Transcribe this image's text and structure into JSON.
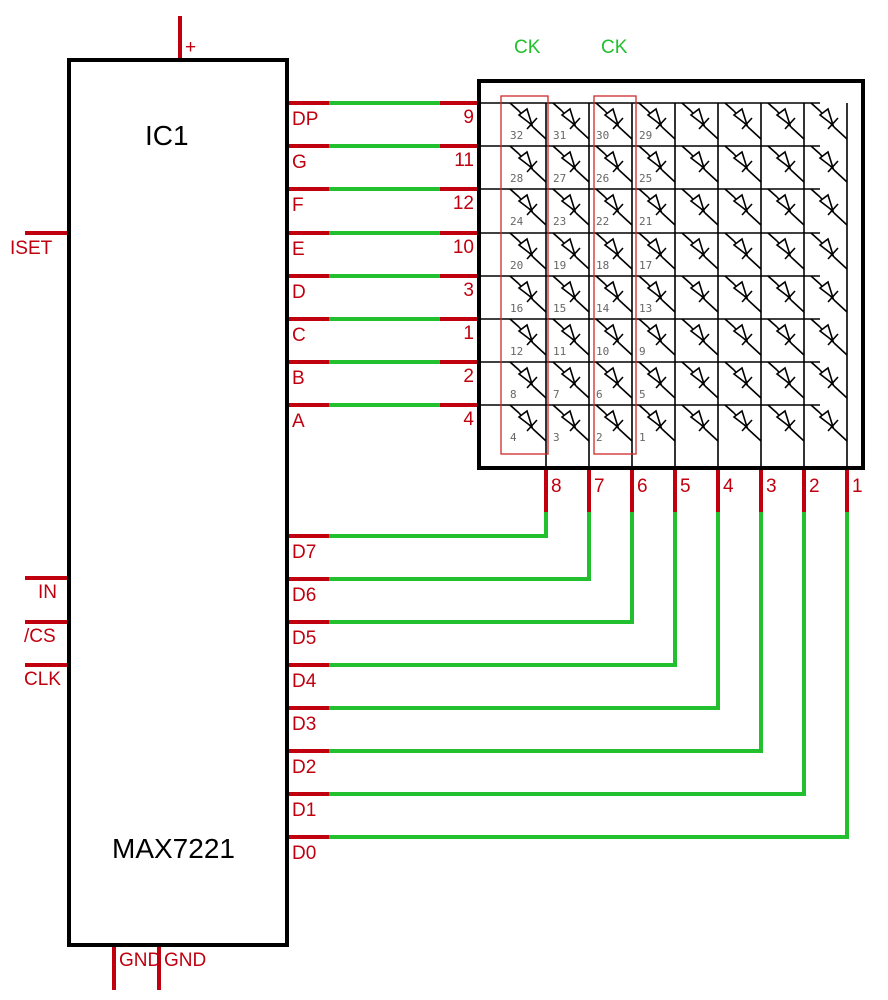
{
  "ic": {
    "name": "IC1",
    "part": "MAX7221",
    "power_label": "+",
    "gnd_labels": [
      "GND",
      "GND"
    ],
    "left_pins": [
      "ISET",
      "IN",
      "/CS",
      "CLK"
    ],
    "segment_pins": [
      "DP",
      "G",
      "F",
      "E",
      "D",
      "C",
      "B",
      "A"
    ],
    "digit_pins": [
      "D7",
      "D6",
      "D5",
      "D4",
      "D3",
      "D2",
      "D1",
      "D0"
    ]
  },
  "matrix": {
    "row_pin_numbers": [
      "9",
      "11",
      "12",
      "10",
      "3",
      "1",
      "2",
      "4"
    ],
    "col_pin_numbers": [
      "8",
      "7",
      "6",
      "5",
      "4",
      "3",
      "2",
      "1"
    ],
    "led_numbers": [
      [
        "32",
        "31",
        "30",
        "29"
      ],
      [
        "28",
        "27",
        "26",
        "25"
      ],
      [
        "24",
        "23",
        "22",
        "21"
      ],
      [
        "20",
        "19",
        "18",
        "17"
      ],
      [
        "16",
        "15",
        "14",
        "13"
      ],
      [
        "12",
        "11",
        "10",
        "9"
      ],
      [
        "8",
        "7",
        "6",
        "5"
      ],
      [
        "4",
        "3",
        "2",
        "1"
      ]
    ],
    "ck_labels": [
      "CK",
      "CK"
    ]
  },
  "colors": {
    "pin": "#c0000f",
    "wire": "#22c02e",
    "ck": "#22c02e"
  }
}
